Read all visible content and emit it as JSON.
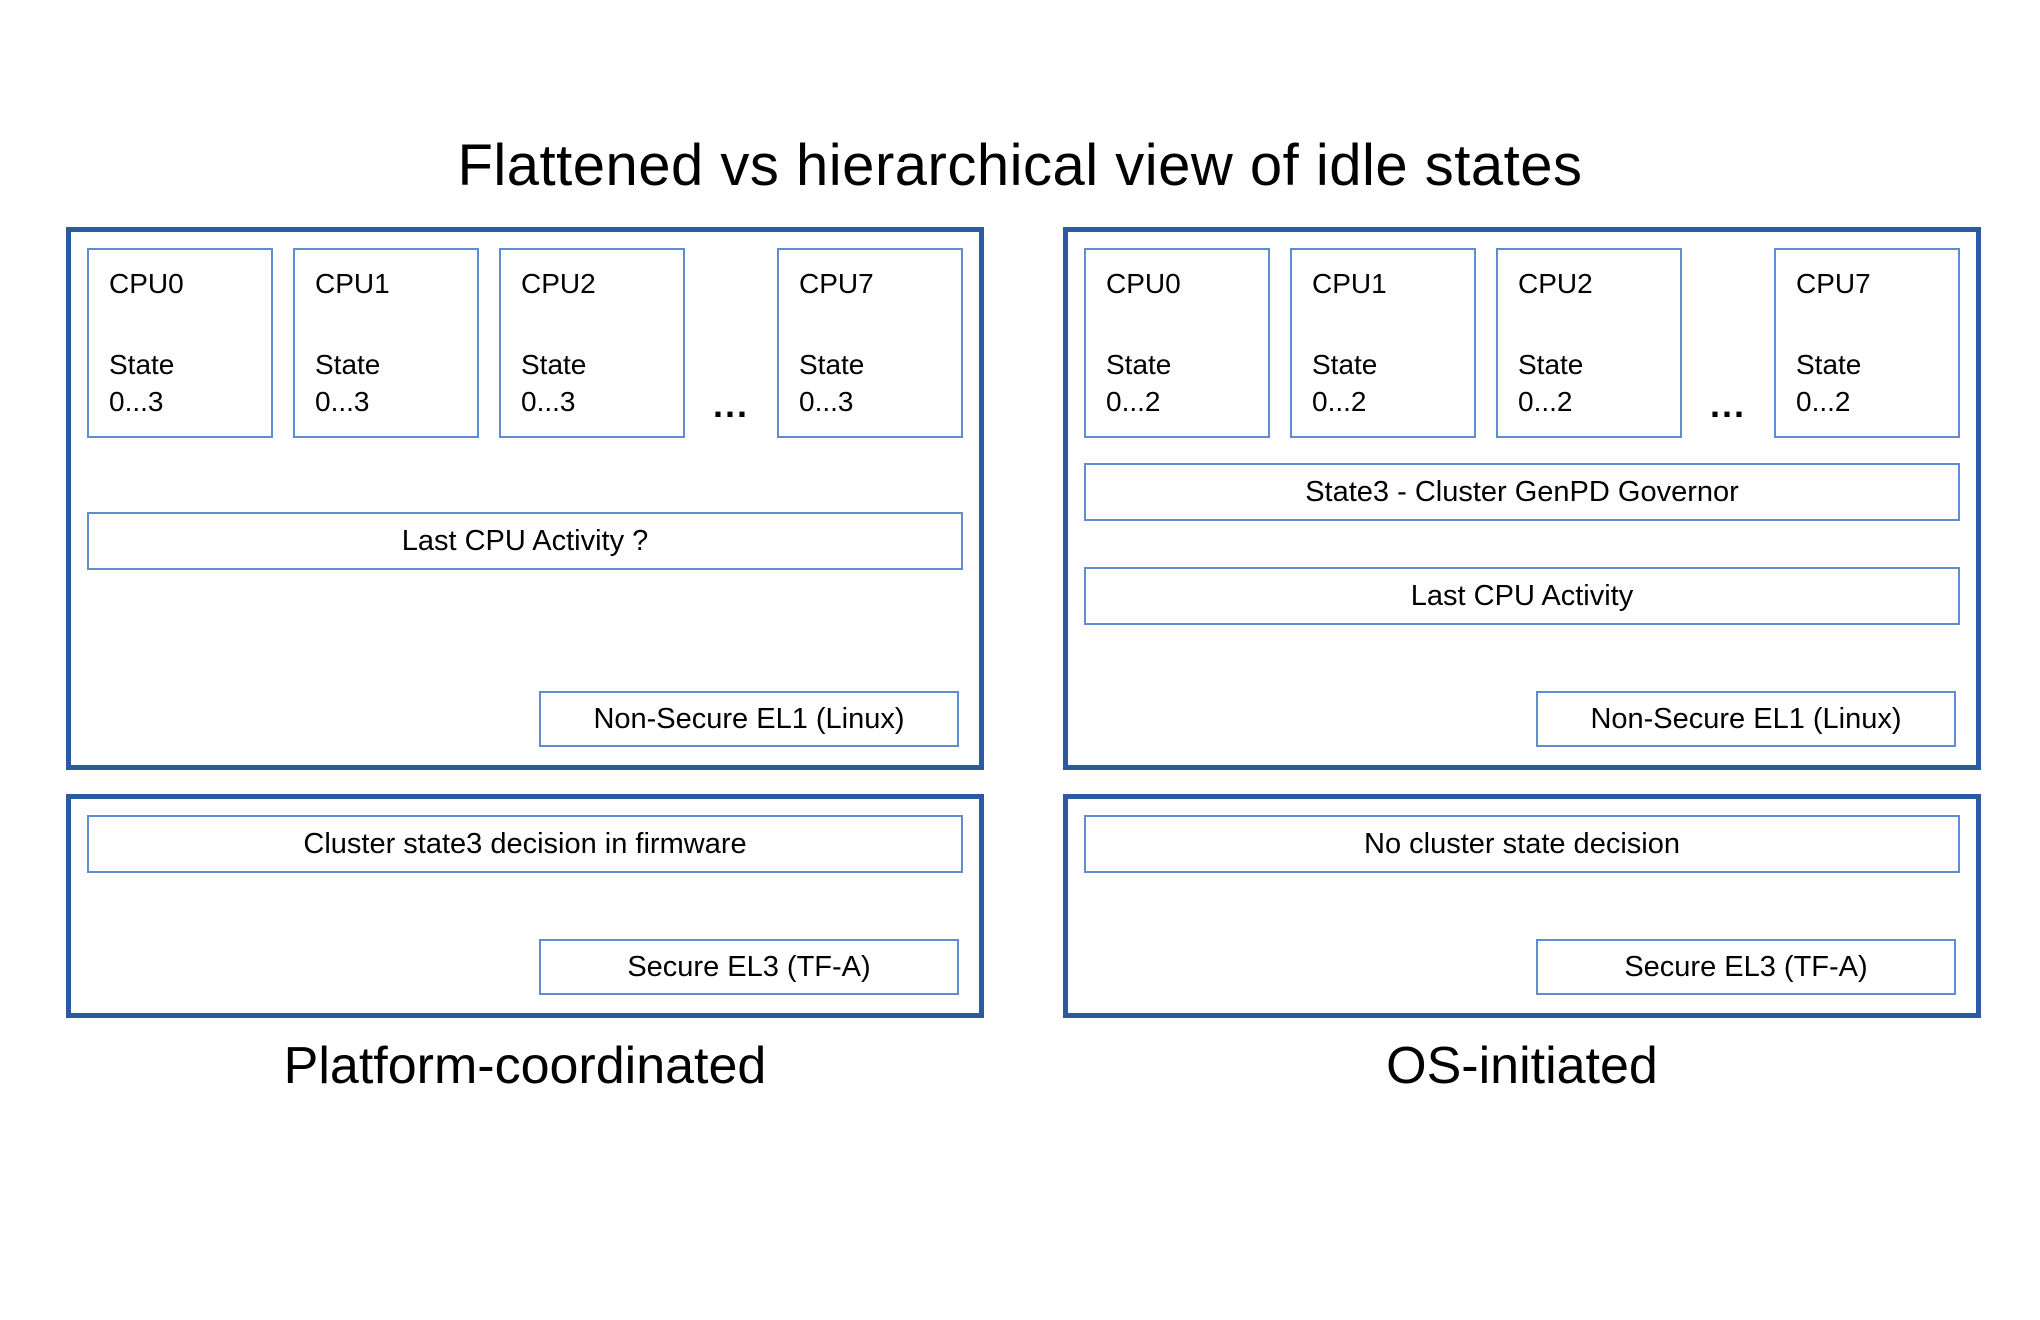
{
  "title": "Flattened vs hierarchical view of idle states",
  "left": {
    "caption": "Platform-coordinated",
    "cpus": [
      {
        "label": "CPU0",
        "state": "State\n0...3"
      },
      {
        "label": "CPU1",
        "state": "State\n0...3"
      },
      {
        "label": "CPU2",
        "state": "State\n0...3"
      },
      {
        "label": "CPU7",
        "state": "State\n0...3"
      }
    ],
    "ellipsis": "...",
    "activity_bar": "Last CPU Activity ?",
    "el1_label": "Non-Secure EL1 (Linux)",
    "decision_bar": "Cluster state3 decision in firmware",
    "el3_label": "Secure EL3 (TF-A)"
  },
  "right": {
    "caption": "OS-initiated",
    "cpus": [
      {
        "label": "CPU0",
        "state": "State\n0...2"
      },
      {
        "label": "CPU1",
        "state": "State\n0...2"
      },
      {
        "label": "CPU2",
        "state": "State\n0...2"
      },
      {
        "label": "CPU7",
        "state": "State\n0...2"
      }
    ],
    "ellipsis": "...",
    "governor_bar": "State3 - Cluster GenPD Governor",
    "activity_bar": "Last CPU Activity",
    "el1_label": "Non-Secure EL1 (Linux)",
    "decision_bar": "No cluster state decision",
    "el3_label": "Secure EL3 (TF-A)"
  },
  "colors": {
    "outer_border": "#2c5aa0",
    "inner_border": "#5e8ed1",
    "text": "#000000",
    "background": "#ffffff"
  }
}
